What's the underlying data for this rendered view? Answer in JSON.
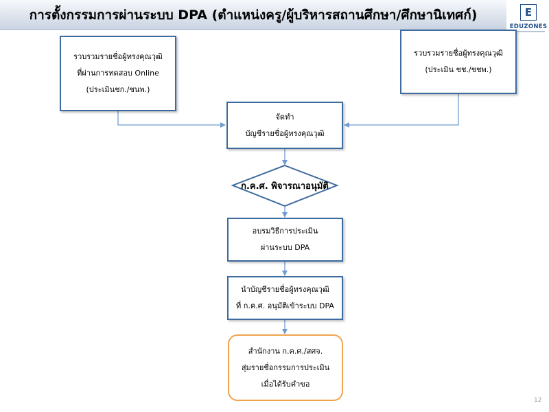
{
  "title": "การตั้งกรรมการผ่านระบบ DPA (ตำแหน่งครู/ผู้บริหารสถานศึกษา/ศึกษานิเทศก์)",
  "logo": {
    "letter": "E",
    "name": "EDUZONES"
  },
  "flow": {
    "left_box": [
      "รวบรวมรายชื่อผู้ทรงคุณวุฒิ",
      "ที่ผ่านการทดสอบ Online",
      "(ประเมินชก./ชนพ.)"
    ],
    "right_box": [
      "รวบรวมรายชื่อผู้ทรงคุณวุฒิ",
      "(ประเมิน ชช./ชชพ.)"
    ],
    "prepare_box": [
      "จัดทำ",
      "บัญชีรายชื่อผู้ทรงคุณวุฒิ"
    ],
    "decision": "ก.ค.ศ. พิจารณาอนุมัติ",
    "training_box": [
      "อบรมวิธีการประเมิน",
      "ผ่านระบบ DPA"
    ],
    "import_box": [
      "นำบัญชีรายชื่อผู้ทรงคุณวุฒิ",
      "ที่ ก.ค.ศ. อนุมัติเข้าระบบ DPA"
    ],
    "final_box": [
      "สำนักงาน ก.ค.ศ./สศจ.",
      "สุ่มรายชื่อกรรมการประเมิน",
      "เมื่อได้รับคำขอ"
    ]
  },
  "page_number": "12",
  "colors": {
    "box_border": "#3d6b9f",
    "connector": "#6f9bd1",
    "final_border": "#f0a24d"
  }
}
